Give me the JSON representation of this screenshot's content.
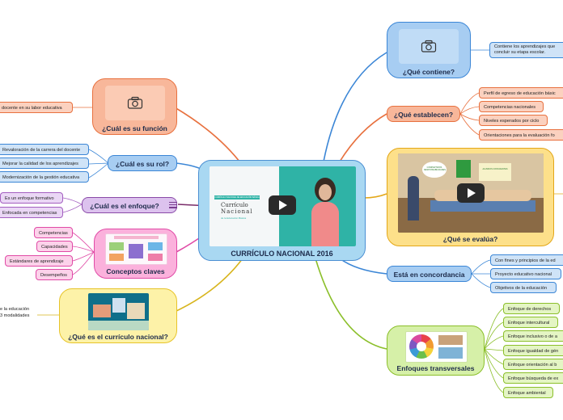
{
  "central": {
    "title": "CURRÍCULO NACIONAL 2016",
    "video_banner": "CURRÍCULO NACIONAL DE EDUCACIÓN BÁSICA",
    "video_title_1": "Currículo",
    "video_title_2": "Nacional",
    "video_subtitle": "de la Educación Básica"
  },
  "branches": {
    "funcion": {
      "title": "¿Cuál es su función",
      "items": [
        "docente en su labor educativa"
      ]
    },
    "rol": {
      "title": "¿Cuál es su rol?",
      "items": [
        "Revaloración de la carrera del docente",
        "Mejorar la calidad de los aprendizajes",
        "Modernización de la gestión educativa"
      ]
    },
    "enfoque": {
      "title": "¿Cuál es el enfoque?",
      "items": [
        "Es un enfoque formativo",
        "Enfocada en competencias"
      ]
    },
    "conceptos": {
      "title": "Conceptos claves",
      "items": [
        "Competencias",
        "Capacidades",
        "Estándares de aprendizaje",
        "Desempeños"
      ]
    },
    "que_es": {
      "title": "¿Qué es el currículo nacional?",
      "items": [
        "e la educación",
        "3 modalidades"
      ]
    },
    "contiene": {
      "title": "¿Qué contiene?",
      "items": [
        "Contiene los aprendizajes que",
        "concluir su etapa escolar."
      ]
    },
    "establecen": {
      "title": "¿Qué establecen?",
      "items": [
        "Perfil de egreso de educación básic",
        "Competencias nacionales",
        "Niveles esperados por ciclo",
        "Orientaciones para la evaluación fo"
      ]
    },
    "evalua": {
      "title": "¿Qué se evalúa?",
      "board_left": "COMPARTIMOS RESPONSABILIDADES",
      "board_right": "ALUMNOS CONSCIENTES"
    },
    "concordancia": {
      "title": "Está en concordancia",
      "items": [
        "Con fines y principios de la ed",
        "Proyecto educativo nacional",
        "Objetivos de la educación"
      ]
    },
    "transversales": {
      "title": "Enfoques transversales",
      "items": [
        "Enfoque de derechos",
        "Enfoque intercultural",
        "Enfoque inclusivo o de a",
        "Enfoque igualdad de gén",
        "Enfoque orientación al b",
        "Enfoque búsqueda de ex",
        "Enfoque ambiental"
      ]
    }
  },
  "colors": {
    "blue_fill": "#a7cdf2",
    "blue_line": "#3b86d6",
    "orange_fill": "#f8b79a",
    "orange_line": "#e8713f",
    "purple_fill": "#dcc2ee",
    "purple_line": "#8a4aa8",
    "pink_fill": "#fbb1dc",
    "pink_line": "#e04aa6",
    "yellow_fill": "#fdf2a8",
    "yellow_line": "#e7c42a",
    "green_fill": "#d6f0a8",
    "green_line": "#8bbf2a",
    "central_fill": "#a9d8f2",
    "central_line": "#4b8fd3"
  },
  "icons": [
    "camera-icon",
    "play-icon",
    "list-icon"
  ]
}
